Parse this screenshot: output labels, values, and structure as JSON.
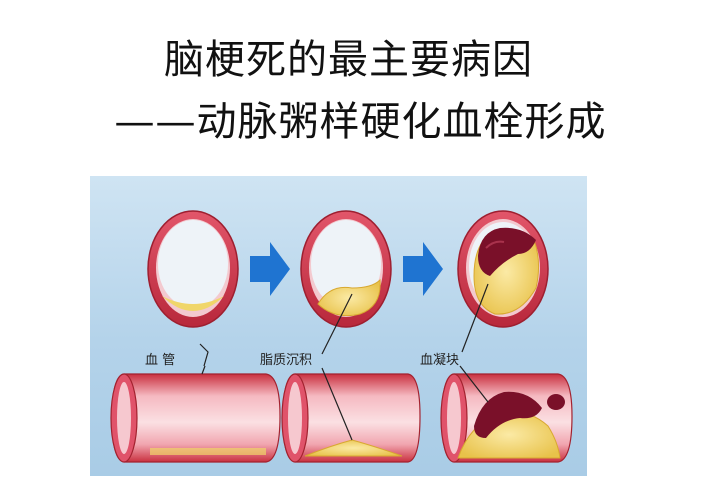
{
  "slide": {
    "title_line1": "脑梗死的最主要病因",
    "title_line2": "——动脉粥样硬化血栓形成"
  },
  "diagram": {
    "labels": {
      "vessel": "血  管",
      "lipid": "脂质沉积",
      "clot": "血凝块"
    },
    "colors": {
      "panel_bg": "#b9d6ec",
      "vessel_wall": "#d9435a",
      "vessel_inner": "#f6c8cf",
      "plaque": "#f0d66a",
      "clot": "#7a1029",
      "arrow": "#1f74d1"
    },
    "icons": [
      "right-arrow-icon",
      "right-arrow-icon"
    ]
  }
}
